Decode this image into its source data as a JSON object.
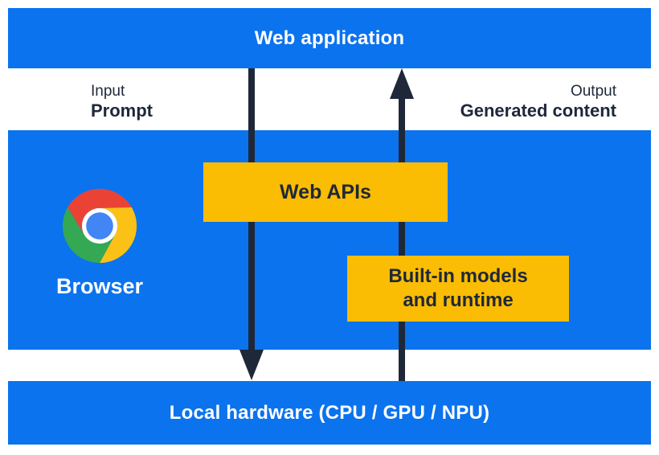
{
  "top_bar": {
    "label": "Web application"
  },
  "io_labels": {
    "input_title": "Input",
    "input_value": "Prompt",
    "output_title": "Output",
    "output_value": "Generated content"
  },
  "browser_panel": {
    "browser_label": "Browser",
    "web_apis_label": "Web APIs",
    "builtin_models_line1": "Built-in models",
    "builtin_models_line2": "and runtime"
  },
  "bottom_bar": {
    "label": "Local hardware (CPU / GPU / NPU)"
  },
  "icons": {
    "browser_icon": "chrome-icon",
    "input_arrow": "arrow-down-icon",
    "output_arrow": "arrow-up-icon"
  },
  "colors": {
    "panel_blue": "#0B73EE",
    "box_yellow": "#FBBC04",
    "navy": "#1E2839",
    "white": "#FFFFFF",
    "chrome_red": "#EA4335",
    "chrome_green": "#34A853",
    "chrome_yellow": "#FBC116",
    "chrome_blue": "#4285F4"
  }
}
